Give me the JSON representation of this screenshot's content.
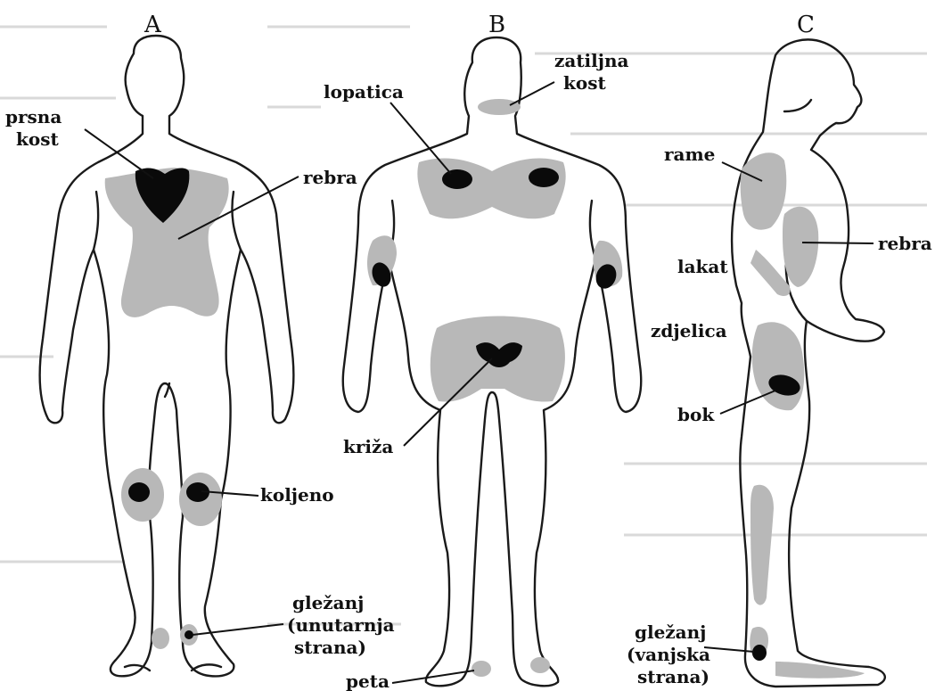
{
  "panels": {
    "a": "A",
    "b": "B",
    "c": "C"
  },
  "labels": {
    "prsna_kost_1": "prsna",
    "prsna_kost_2": "kost",
    "rebra_a": "rebra",
    "koljeno": "koljeno",
    "glezanj_unutarnja_1": "gležanj",
    "glezanj_unutarnja_2": "(unutarnja",
    "glezanj_unutarnja_3": "strana)",
    "lopatica": "lopatica",
    "zatiljna_kost_1": "zatiljna",
    "zatiljna_kost_2": "kost",
    "kriza": "križa",
    "peta": "peta",
    "rame": "rame",
    "rebra_c": "rebra",
    "lakat": "lakat",
    "zdjelica": "zdjelica",
    "bok": "bok",
    "glezanj_vanjska_1": "gležanj",
    "glezanj_vanjska_2": "(vanjska",
    "glezanj_vanjska_3": "strana)"
  },
  "colors": {
    "pressure_zone": "#b8b8b8",
    "high_pressure_point": "#0a0a0a",
    "outline": "#1a1a1a"
  }
}
